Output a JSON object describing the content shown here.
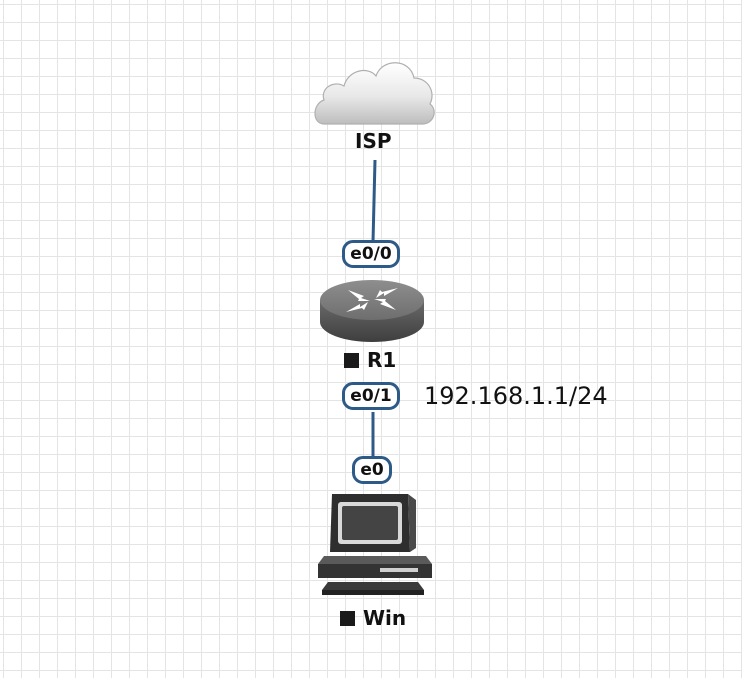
{
  "nodes": {
    "isp": {
      "label": "ISP",
      "icon": "cloud-icon"
    },
    "r1": {
      "label": "R1",
      "icon": "router-icon"
    },
    "win": {
      "label": "Win",
      "icon": "computer-icon"
    }
  },
  "ports": {
    "isp_r1": "e0/0",
    "r1_win_router_side": "e0/1",
    "r1_win_host_side": "e0"
  },
  "annotations": {
    "r1_ip": "192.168.1.1/24"
  },
  "colors": {
    "link": "#2d5a86",
    "grid": "#e4e4e4",
    "status_square": "#1a1a1a"
  }
}
